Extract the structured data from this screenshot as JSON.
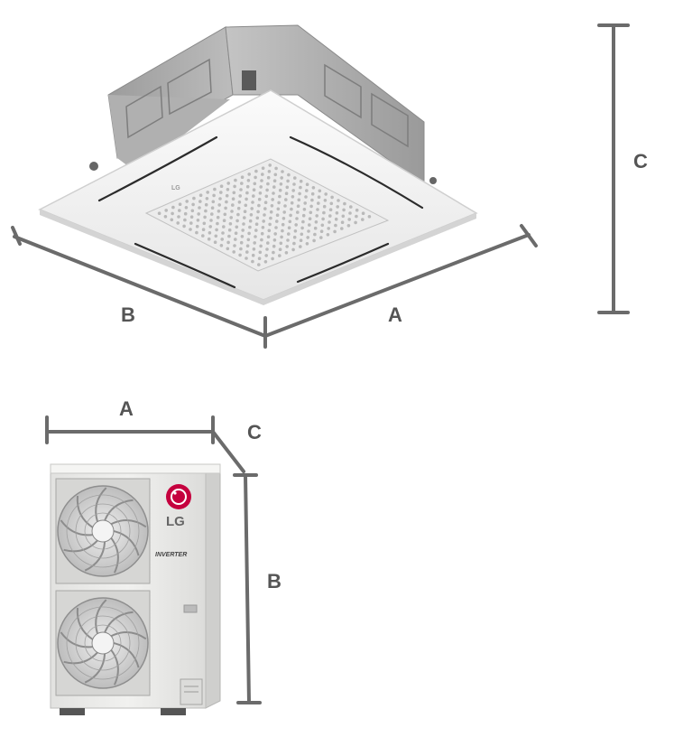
{
  "indoor_unit": {
    "dimension_labels": {
      "width": "A",
      "depth": "B",
      "height": "C"
    }
  },
  "outdoor_unit": {
    "dimension_labels": {
      "width": "A",
      "height": "B",
      "depth": "C"
    },
    "brand_logo": "LG",
    "model_badge": "INVERTER"
  },
  "colors": {
    "dimension_line": "#6b6b6b",
    "label_text": "#555555",
    "brand_red": "#c5003e",
    "cassette_panel": "#f4f4f4",
    "housing_metal": "#a9a9a9",
    "outdoor_casing": "#e9e9e7"
  }
}
